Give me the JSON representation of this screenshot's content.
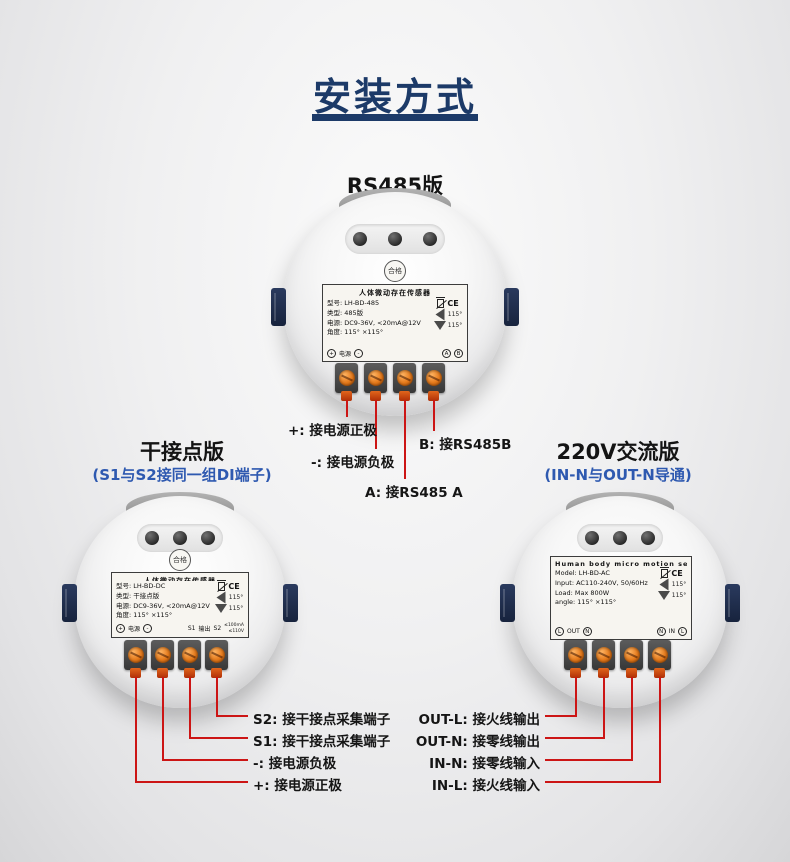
{
  "page": {
    "title": "安装方式"
  },
  "colors": {
    "accent_navy": "#1c3a68",
    "subtitle_blue": "#2e59b0",
    "callout_red": "#cc1515",
    "terminal_orange": "#e5791a"
  },
  "rs485": {
    "heading": "RS485版",
    "stamp": "合格",
    "plate": {
      "title": "人体微动存在传感器",
      "lines": [
        "型号: LH-BD-485",
        "类型: 485版",
        "电源: DC9-36V, <20mA@12V",
        "角度: 115° ×115°"
      ],
      "ce": "CE",
      "angle1": "115°",
      "angle2": "115°",
      "terms": [
        "+",
        "电源",
        "-",
        "A",
        "B"
      ]
    },
    "callouts": {
      "plus": "+: 接电源正极",
      "minus": "-: 接电源负极",
      "a": "A: 接RS485 A",
      "b": "B: 接RS485B"
    }
  },
  "dry_contact": {
    "heading": "干接点版",
    "subheading": "(S1与S2接同一组DI端子)",
    "stamp": "合格",
    "plate": {
      "title": "人体微动存在传感器",
      "lines": [
        "型号: LH-BD-DC",
        "类型: 干接点版",
        "电源: DC9-36V, <20mA@12V",
        "角度: 115° ×115°"
      ],
      "ce": "CE",
      "angle1": "115°",
      "angle2": "115°",
      "terms": [
        "+",
        "电源",
        "-",
        "S1",
        "输出",
        "S2"
      ],
      "note1": "≤100mA",
      "note2": "≤110V"
    },
    "callouts": {
      "s2": "S2: 接干接点采集端子",
      "s1": "S1: 接干接点采集端子",
      "minus": "-: 接电源负极",
      "plus": "+: 接电源正极"
    }
  },
  "ac220": {
    "heading": "220V交流版",
    "subheading": "(IN-N与OUT-N导通)",
    "plate": {
      "title": "Human body micro motion sensor",
      "lines": [
        "Model: LH-BD-AC",
        "Input: AC110-240V, 50/60Hz",
        "Load: Max 800W",
        "angle: 115° ×115°"
      ],
      "ce": "CE",
      "angle1": "115°",
      "angle2": "115°",
      "terms": [
        "L",
        "OUT",
        "N",
        "N",
        "IN",
        "L"
      ]
    },
    "callouts": {
      "out_l": "OUT-L: 接火线输出",
      "out_n": "OUT-N: 接零线输出",
      "in_n": "IN-N: 接零线输入",
      "in_l": "IN-L: 接火线输入"
    }
  }
}
